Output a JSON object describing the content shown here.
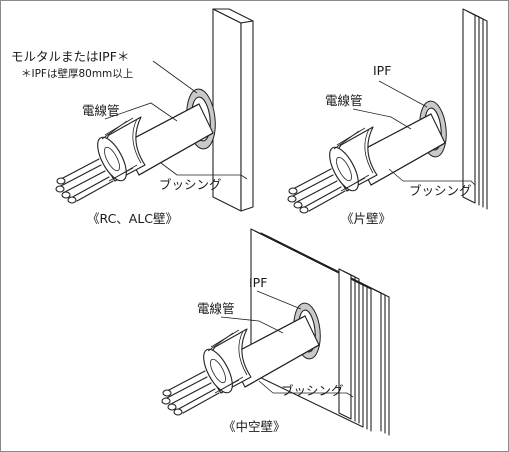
{
  "figures": {
    "rc": {
      "caption": "《RC、ALC壁》",
      "label_mortar": "モルタルまたはIPF＊",
      "label_note": "＊IPFは壁厚80mm以上",
      "label_conduit": "電線管",
      "label_bushing": "ブッシング"
    },
    "single": {
      "caption": "《片壁》",
      "label_ipf": "IPF",
      "label_conduit": "電線管",
      "label_bushing": "ブッシング"
    },
    "hollow": {
      "caption": "《中空壁》",
      "label_ipf": "IPF",
      "label_conduit": "電線管",
      "label_bushing": "ブッシング"
    }
  },
  "colors": {
    "line": "#222222",
    "ipf_fill": "#c9c9c9",
    "frame": "#8a8a8a"
  }
}
